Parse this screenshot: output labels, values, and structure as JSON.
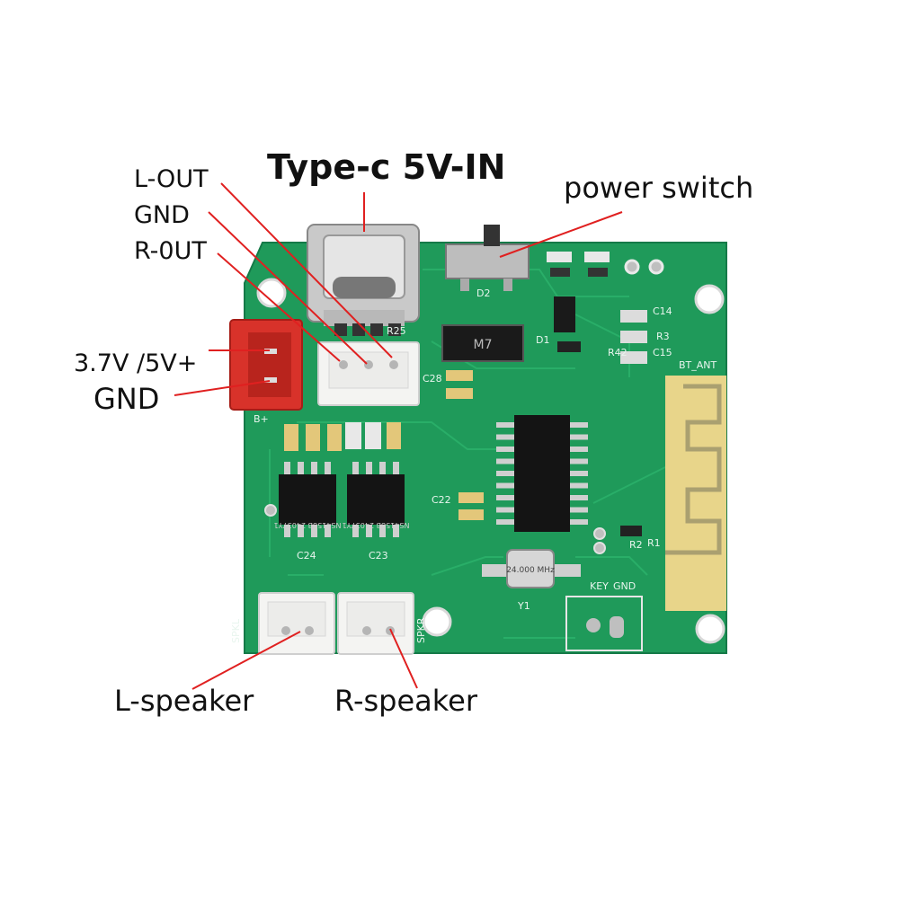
{
  "labels": {
    "type_c": "Type-c 5V-IN",
    "power_switch": "power switch",
    "l_out": "L-OUT",
    "gnd_top": "GND",
    "r_out": "R-0UT",
    "battery_plus": "3.7V /5V+",
    "gnd_battery": "GND",
    "l_speaker": "L-speaker",
    "r_speaker": "R-speaker"
  },
  "silkscreen": {
    "r25": "R25",
    "bt_ant": "BT_ANT",
    "key": "KEY",
    "gnd": "GND",
    "spkl": "SPKL",
    "spkr": "SPKR",
    "y1": "Y1",
    "b_plus": "B+",
    "m7": "M7",
    "crystal": "24.000 MHz",
    "amp_l": "NS4158B 24037Y1",
    "amp_r": "NS4158B 24037Y1",
    "r1": "R1",
    "r2": "R2",
    "r3": "R3",
    "r42": "R42",
    "c14": "C14",
    "c15": "C15",
    "c28": "C28",
    "c22": "C22",
    "c24": "C24",
    "c23": "C23",
    "d1": "D1",
    "d2": "D2"
  },
  "colors": {
    "pcb": "#1f9a5a",
    "pcb_dark": "#15784a",
    "antenna_gold": "#e8d58a",
    "connector_red": "#d8322a",
    "connector_white": "#f4f4f2",
    "pointer_red": "#e02020",
    "chip_black": "#141414"
  }
}
